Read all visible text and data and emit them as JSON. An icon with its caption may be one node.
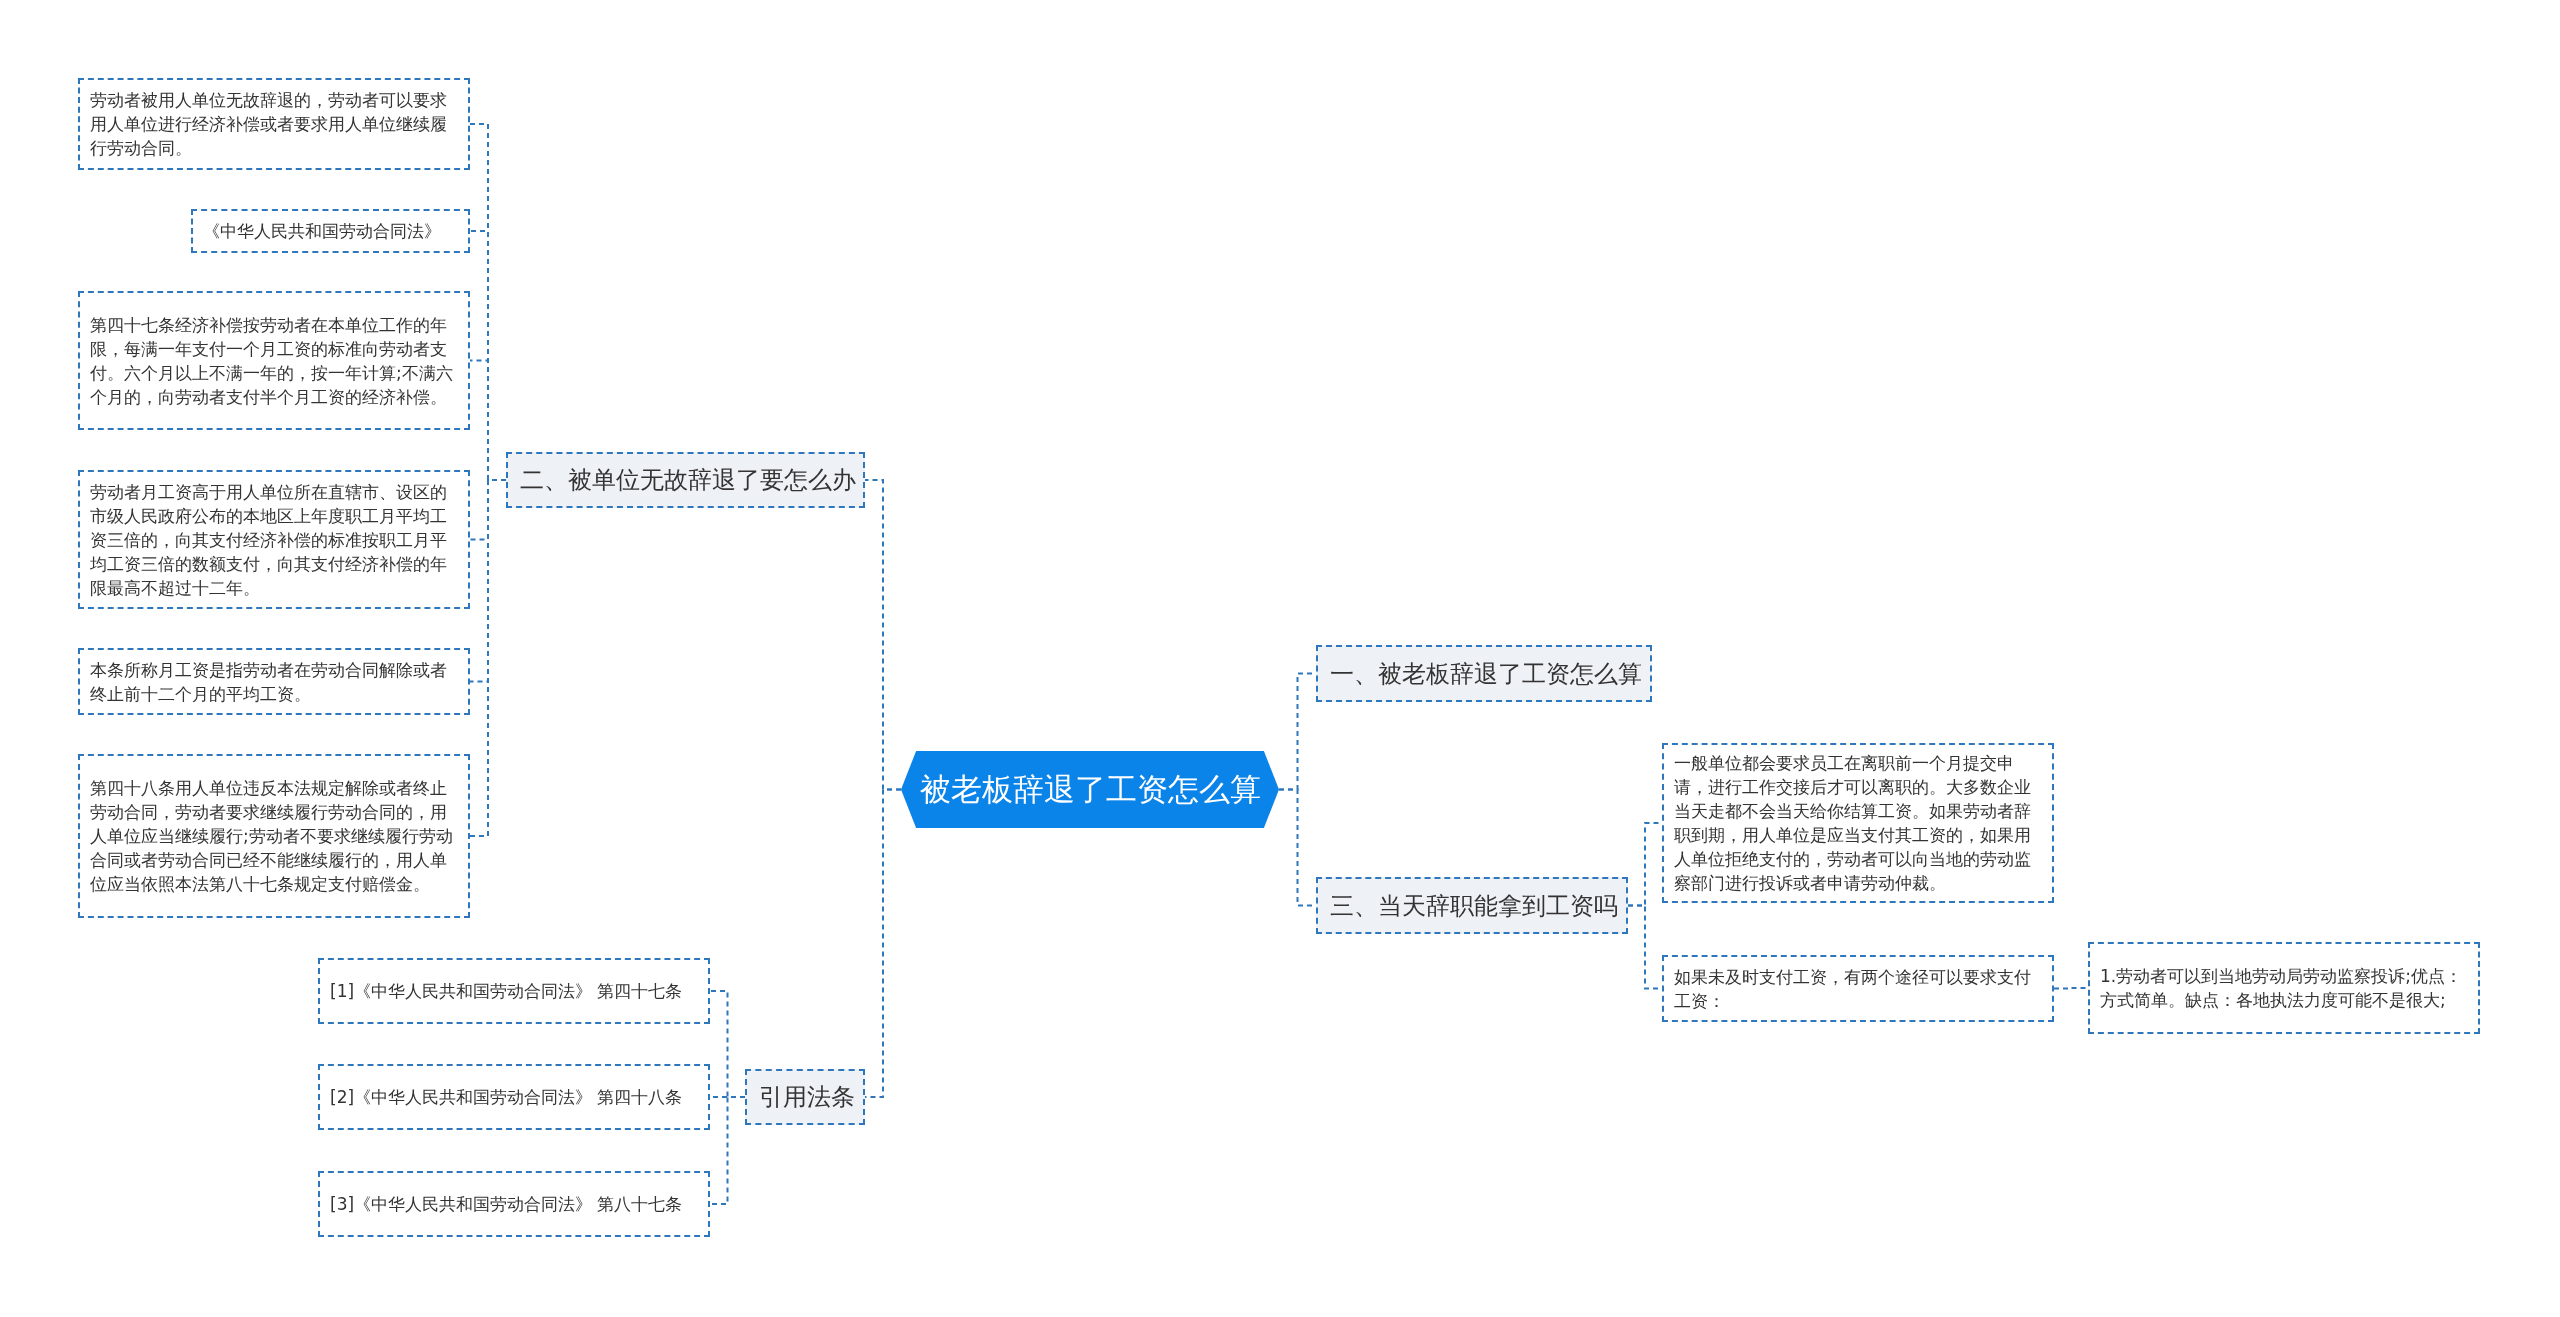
{
  "diagram": {
    "nodes": [
      {
        "text": [
          "被老板辞退了工资怎么算"
        ]
      },
      {
        "text": [
          "一、被老板辞退了工资怎么算"
        ]
      },
      {
        "text": [
          "三、当天辞职能拿到工资吗"
        ]
      },
      {
        "text": [
          "一般单位都会要求员工在离职前一个月提交申请，进行工作交接后才可以离职的。大多数企业当天走都不会当天给你结算工资。如果劳动者辞职到期，用人单位是应当支付其工资的，如果用人单位拒绝支付的，劳动者可以向当地的劳动监察部门进行投诉或者申请劳动仲裁。"
        ]
      },
      {
        "text": [
          "如果未及时支付工资，有两个途径可以要求支付工资："
        ]
      },
      {
        "text": [
          "1.劳动者可以到当地劳动局劳动监察投诉;优点：方式简单。缺点：各地执法力度可能不是很大;"
        ]
      },
      {
        "text": [
          "二、被单位无故辞退了要怎么办"
        ]
      },
      {
        "text": [
          "劳动者被用人单位无故辞退的，劳动者可以要求用人单位进行经济补偿或者要求用人单位继续履行劳动合同。"
        ]
      },
      {
        "text": [
          "《中华人民共和国劳动合同法》"
        ]
      },
      {
        "text": [
          "第四十七条经济补偿按劳动者在本单位工作的年限，每满一年支付一个月工资的标准向劳动者支付。六个月以上不满一年的，按一年计算;不满六个月的，向劳动者支付半个月工资的经济补偿。"
        ]
      },
      {
        "text": [
          "劳动者月工资高于用人单位所在直辖市、设区的市级人民政府公布的本地区上年度职工月平均工资三倍的，向其支付经济补偿的标准按职工月平均工资三倍的数额支付，向其支付经济补偿的年限最高不超过十二年。"
        ]
      },
      {
        "text": [
          "本条所称月工资是指劳动者在劳动合同解除或者终止前十二个月的平均工资。"
        ]
      },
      {
        "text": [
          "第四十八条用人单位违反本法规定解除或者终止劳动合同，劳动者要求继续履行劳动合同的，用人单位应当继续履行;劳动者不要求继续履行劳动合同或者劳动合同已经不能继续履行的，用人单位应当依照本法第八十七条规定支付赔偿金。"
        ]
      },
      {
        "text": [
          "引用法条"
        ]
      },
      {
        "text": [
          "[1]《中华人民共和国劳动合同法》 第四十七条"
        ]
      },
      {
        "text": [
          "[2]《中华人民共和国劳动合同法》 第四十八条"
        ]
      },
      {
        "text": [
          "[3]《中华人民共和国劳动合同法》 第八十七条"
        ]
      }
    ],
    "edges": [
      {
        "from": 0,
        "to": 1,
        "arrow": "none"
      },
      {
        "from": 0,
        "to": 2,
        "arrow": "none"
      },
      {
        "from": 2,
        "to": 3,
        "arrow": "none"
      },
      {
        "from": 2,
        "to": 4,
        "arrow": "none"
      },
      {
        "from": 4,
        "to": 5,
        "arrow": "none"
      },
      {
        "from": 0,
        "to": 6,
        "arrow": "none"
      },
      {
        "from": 6,
        "to": 7,
        "arrow": "none"
      },
      {
        "from": 6,
        "to": 8,
        "arrow": "none"
      },
      {
        "from": 6,
        "to": 9,
        "arrow": "none"
      },
      {
        "from": 6,
        "to": 10,
        "arrow": "none"
      },
      {
        "from": 6,
        "to": 11,
        "arrow": "none"
      },
      {
        "from": 6,
        "to": 12,
        "arrow": "none"
      },
      {
        "from": 0,
        "to": 13,
        "arrow": "none"
      },
      {
        "from": 13,
        "to": 14,
        "arrow": "none"
      },
      {
        "from": 13,
        "to": 15,
        "arrow": "none"
      },
      {
        "from": 13,
        "to": 16,
        "arrow": "none"
      }
    ]
  }
}
